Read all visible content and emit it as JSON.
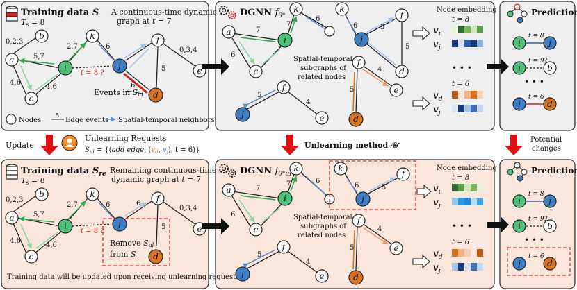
{
  "colors": {
    "top_panel": "#efefef",
    "bottom_panel": "#fbe6dc",
    "node_white": "#ffffff",
    "node_green": "#4fc27a",
    "node_blue": "#3d7fc6",
    "node_orange": "#d8721f",
    "edge_green": "#2fa84f",
    "edge_blue": "#5d8fd0",
    "edge_light_blue": "#a7c4e6",
    "edge_red": "#d22020",
    "edge_orange": "#e59a6d",
    "arrow_red": "#e01010",
    "dashed_red": "#e03030",
    "text_red": "#e02020"
  },
  "icons": [
    "database-icon",
    "gear-icon",
    "user-icon",
    "hierarchy-icon"
  ],
  "top_train": {
    "title": "Training data ",
    "title_sym": "S",
    "ts": "T",
    "ts_sub": "s",
    "ts_val": " = 8",
    "desc1": "A continuous-time dynamic",
    "desc2": "graph at ",
    "desc2_it": "t",
    "desc2_end": " = 7",
    "nodes": [
      "a",
      "b",
      "c",
      "i",
      "k",
      "j",
      "f",
      "e",
      "d"
    ],
    "edge_labels": [
      "0,2,3",
      "5,7",
      "4,6",
      "4,6",
      "2,7",
      "6",
      "6",
      "5",
      "0,3,4"
    ],
    "t8": "t",
    "t8_end": " = 8 ?",
    "events": "Events in ",
    "events_sym": "S",
    "events_sub": "ul",
    "legend_nodes": "Nodes",
    "legend_edge_num": "5",
    "legend_edges": "Edge events",
    "legend_neighbors": "Spatial-temporal neighbors"
  },
  "top_dgnn": {
    "title": "DGNN ",
    "title_sym": "f",
    "title_sub": "θ*",
    "nodes_main": [
      "a",
      "c",
      "i",
      "k"
    ],
    "labels_main": [
      "7",
      "6",
      "7",
      "6"
    ],
    "nodes_right": [
      "k",
      "j",
      "f",
      "d"
    ],
    "labels_right": [
      "6",
      "5",
      "5"
    ],
    "caption1": "Spatial-temporal",
    "caption2": "subgraphs of",
    "caption3": "related nodes",
    "nodes_sub1": [
      "f",
      "j",
      "e"
    ],
    "labels_sub1": [
      "5",
      "4"
    ],
    "nodes_sub2": [
      "f",
      "d",
      "e"
    ],
    "labels_sub2": [
      "5",
      "4"
    ],
    "emb_title": "Node embedding",
    "t_top": "t = 8",
    "t_bottom": "t = 6",
    "vi": "v",
    "vi_sub": "i",
    "vj": "v",
    "vj_sub": "j",
    "vd": "v",
    "vd_sub": "d",
    "dots": "• • •"
  },
  "top_pred": {
    "title": "Predictions",
    "t1": "t = 8",
    "t2": "t = 9?",
    "t3": "t = 6",
    "nodes": [
      "i",
      "j",
      "i",
      "b",
      "j",
      "d"
    ],
    "dots": "• • •"
  },
  "middle": {
    "update": "Update",
    "requests": "Unlearning Requests",
    "sul": "S",
    "sul_sub": "ul",
    "sul_eq": " = {(",
    "add_edge": "add edge",
    "comma": ", (",
    "vd": "v",
    "vd_sub": "d",
    "sep": ", ",
    "vj": "v",
    "vj_sub": "j",
    "tail": "), t = 6)}",
    "method": "Unlearning method ",
    "method_sym": "𝒰",
    "potential1": "Potential",
    "potential2": "changes"
  },
  "bottom_train": {
    "title": "Training data ",
    "title_sym": "S",
    "title_sub": "re",
    "ts": "T",
    "ts_sub": "s",
    "ts_val": " = 8",
    "desc1": "Remaining continuous-time",
    "desc2": "dynamic graph at ",
    "desc2_it": "t",
    "desc2_end": " = 7",
    "nodes": [
      "a",
      "b",
      "c",
      "i",
      "k",
      "j",
      "f",
      "e",
      "d"
    ],
    "edge_labels": [
      "0,2,3",
      "5,7",
      "4,6",
      "4,6",
      "2,7",
      "6",
      "6",
      "5",
      "0,3,4"
    ],
    "t8": "t",
    "t8_end": " = 8 ?",
    "remove1": "Remove ",
    "remove_sym": "S",
    "remove_sub": "ul",
    "remove2": "from ",
    "remove2_sym": "S",
    "footer": "Training data will be updated upon receiving unlearning requests"
  },
  "bottom_dgnn": {
    "title": "DGNN ",
    "title_sym": "f",
    "title_sub": "θ*ul",
    "nodes_main": [
      "a",
      "c",
      "i",
      "k"
    ],
    "labels_main": [
      "7",
      "6",
      "7",
      "6"
    ],
    "nodes_right": [
      "k",
      "j",
      "f"
    ],
    "labels_right": [
      "6",
      "5"
    ],
    "caption1": "Spatial-temporal",
    "caption2": "subgraphs of",
    "caption3": "related nodes",
    "nodes_sub1": [
      "f",
      "j",
      "e"
    ],
    "labels_sub1": [
      "5",
      "4"
    ],
    "nodes_sub2": [
      "f",
      "d",
      "e"
    ],
    "labels_sub2": [
      "5",
      "4"
    ],
    "emb_title": "Node embedding",
    "t_top": "t = 8",
    "t_bottom": "t = 6",
    "vi": "v",
    "vi_sub": "i",
    "vj": "v",
    "vj_sub": "j",
    "vd": "v",
    "vd_sub": "d",
    "dots": "• • •"
  },
  "bottom_pred": {
    "title": "Predictions",
    "t1": "t = 8",
    "t2": "t = 9?",
    "t3": "t = 6",
    "nodes": [
      "i",
      "j",
      "i",
      "b",
      "j",
      "d"
    ],
    "dots": "• • •"
  }
}
